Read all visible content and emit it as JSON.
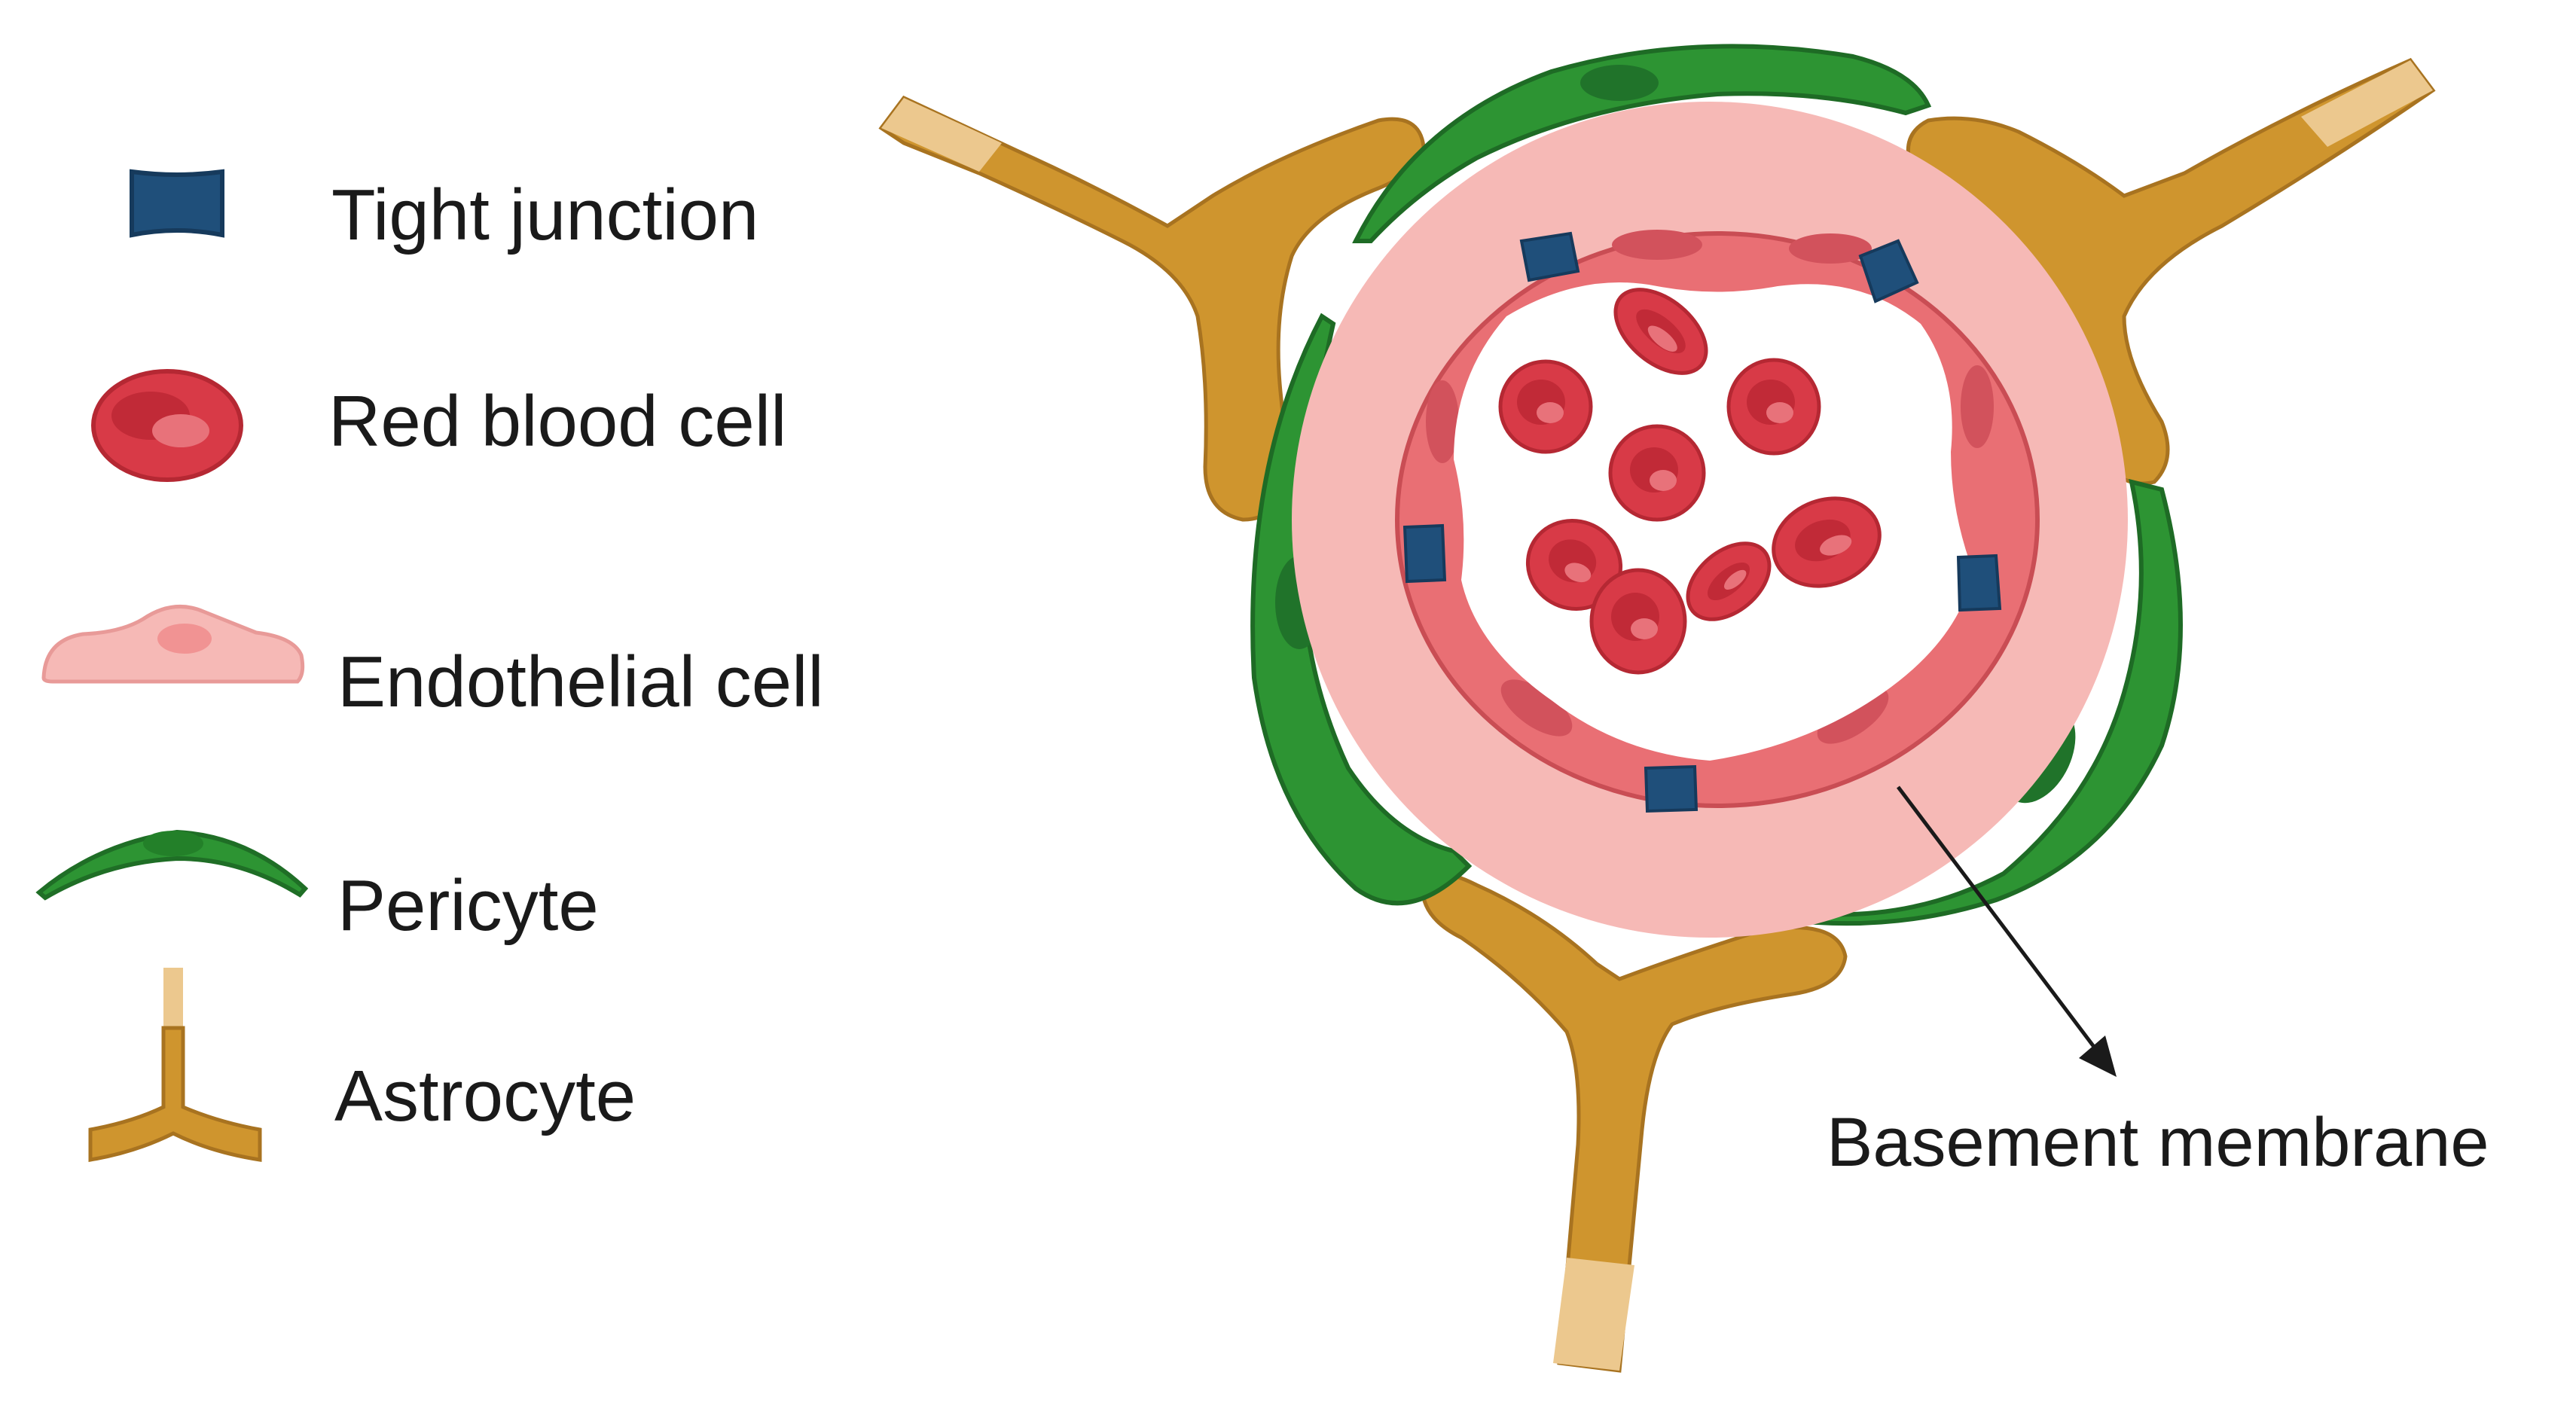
{
  "legend": {
    "items": [
      {
        "key": "tight_junction",
        "label": "Tight junction",
        "icon": "tight-junction-icon"
      },
      {
        "key": "red_blood_cell",
        "label": "Red blood cell",
        "icon": "red-blood-cell-icon"
      },
      {
        "key": "endothelial_cell",
        "label": "Endothelial cell",
        "icon": "endothelial-cell-icon"
      },
      {
        "key": "pericyte",
        "label": "Pericyte",
        "icon": "pericyte-icon"
      },
      {
        "key": "astrocyte",
        "label": "Astrocyte",
        "icon": "astrocyte-icon"
      }
    ]
  },
  "callout": {
    "basement_membrane": "Basement membrane"
  },
  "colors": {
    "tight_junction": "#1f4f7a",
    "rbc": "#d83a47",
    "rbc_center": "#e8727a",
    "endothelial": "#e96f74",
    "endothelial_nucleus": "#d2525c",
    "basement_membrane": "#f6b9b6",
    "pericyte": "#2d9433",
    "pericyte_dark": "#20732a",
    "astrocyte": "#cf952e",
    "astrocyte_tip": "#ecc88e"
  }
}
